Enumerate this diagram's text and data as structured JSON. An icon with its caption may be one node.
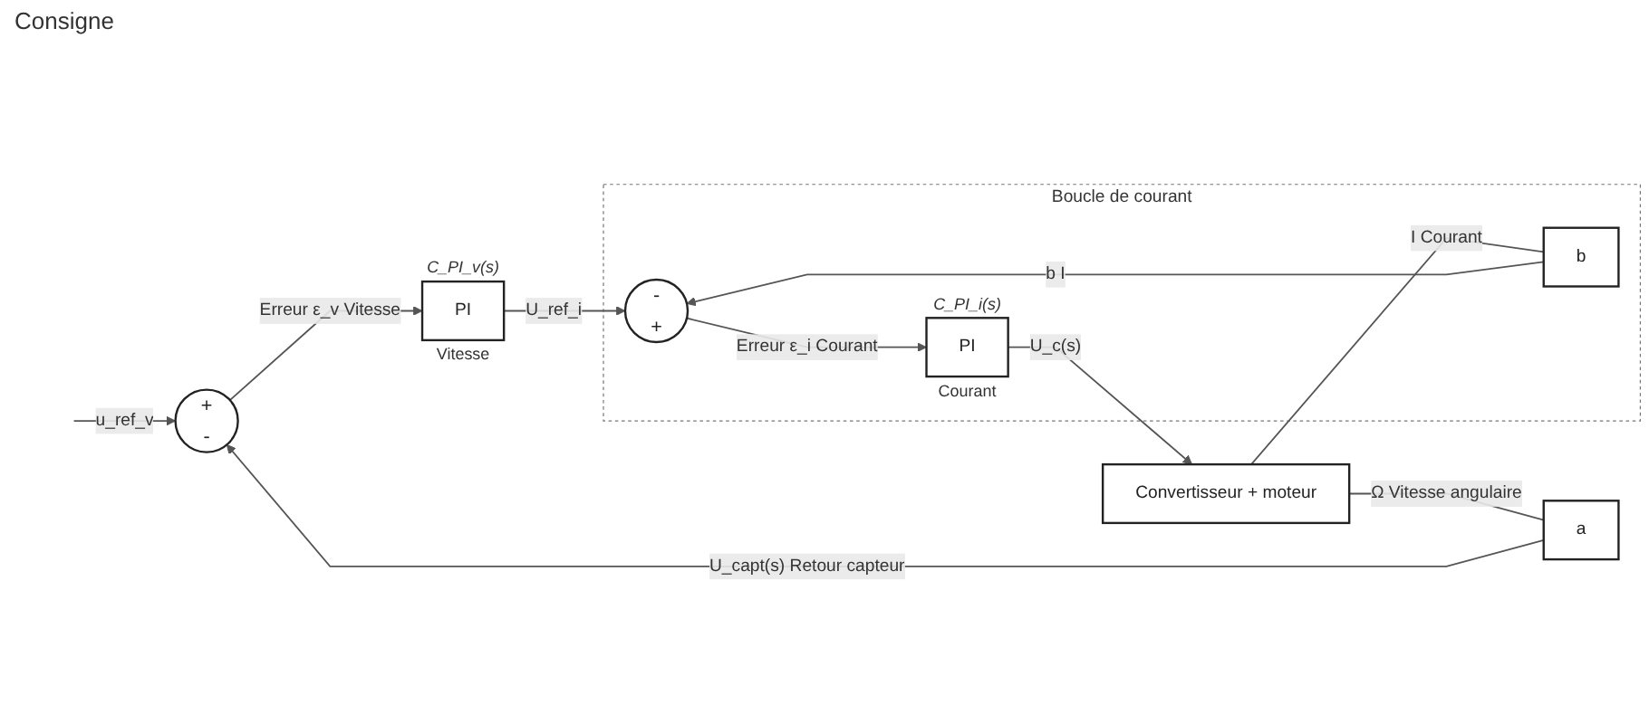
{
  "diagram": {
    "nodes": [
      {
        "text": [
          "+",
          "-"
        ]
      },
      {
        "text": [
          "PI"
        ],
        "beside": [
          "C_PI_v(s)",
          "Vitesse"
        ]
      },
      {
        "text": [
          "Boucle de courant"
        ]
      },
      {
        "text": [
          "-",
          "+"
        ],
        "in": 2
      },
      {
        "text": [
          "b"
        ],
        "in": 2
      },
      {
        "text": [
          "PI"
        ],
        "beside": [
          "C_PI_i(s)",
          "Courant"
        ],
        "in": 2
      },
      {
        "text": [
          "Convertisseur + moteur"
        ]
      },
      {
        "text": [
          "a"
        ]
      }
    ],
    "edges": [
      {
        "from": null,
        "to": 0,
        "arrow": "to",
        "label": "u_ref_v"
      },
      {
        "from": 0,
        "to": 1,
        "arrow": "to",
        "label": "Erreur ε_v Vitesse"
      },
      {
        "from": 1,
        "to": 3,
        "arrow": "to",
        "label": "U_ref_i"
      },
      {
        "from": 3,
        "to": 5,
        "arrow": "to",
        "label": "Erreur ε_i Courant"
      },
      {
        "from": 5,
        "to": 6,
        "arrow": "to",
        "label": "U_c(s)"
      },
      {
        "from": 6,
        "to": 4,
        "arrow": "none",
        "label": "I Courant"
      },
      {
        "from": 4,
        "to": 3,
        "arrow": "to",
        "label": "b I"
      },
      {
        "from": 6,
        "to": 7,
        "arrow": "none",
        "label": "Ω Vitesse angulaire"
      },
      {
        "from": 7,
        "to": 0,
        "arrow": "to",
        "label": "U_capt(s) Retour capteur"
      }
    ],
    "labels": [
      "Consigne"
    ]
  }
}
